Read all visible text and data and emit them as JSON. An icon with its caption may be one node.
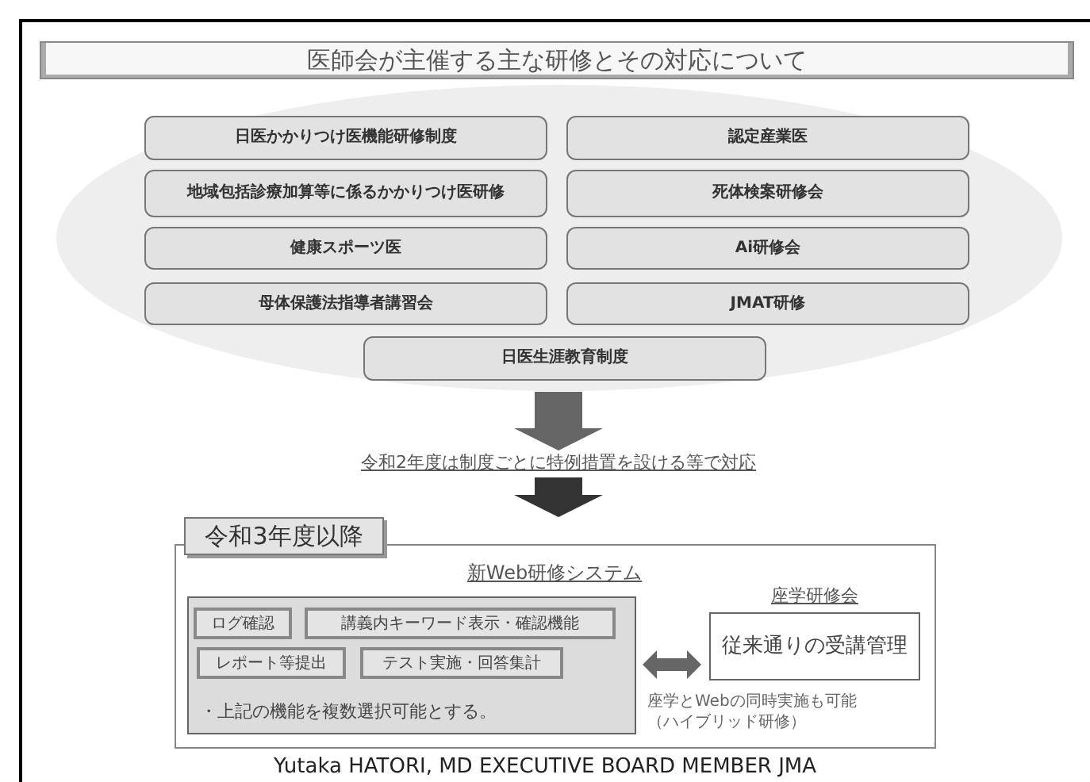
{
  "diagram": {
    "title": "医師会が主催する主な研修とその対応について",
    "nodes": [
      {
        "text": [],
        "shape": "ellipse"
      },
      {
        "text": [
          "日医かかりつけ医機能研修制度"
        ],
        "in": 0
      },
      {
        "text": [
          "認定産業医"
        ],
        "in": 0
      },
      {
        "text": [
          "地域包括診療加算等に係るかかりつけ医研修"
        ],
        "in": 0
      },
      {
        "text": [
          "死体検案研修会"
        ],
        "in": 0
      },
      {
        "text": [
          "健康スポーツ医"
        ],
        "in": 0
      },
      {
        "text": [
          "Ai研修会"
        ],
        "in": 0
      },
      {
        "text": [
          "母体保護法指導者講習会"
        ],
        "in": 0
      },
      {
        "text": [
          "JMAT研修"
        ],
        "in": 0
      },
      {
        "text": [
          "日医生涯教育制度"
        ],
        "in": 0
      },
      {
        "text": [
          "令和2年度は制度ごとに特例措置を設ける等で対応"
        ]
      },
      {
        "text": [
          "令和3年度以降"
        ]
      },
      {
        "text": [
          "新Web研修システム",
          "・上記の機能を複数選択可能とする。"
        ],
        "in": 11
      },
      {
        "text": [
          "ログ確認"
        ],
        "in": 12
      },
      {
        "text": [
          "講義内キーワード表示・確認機能"
        ],
        "in": 12
      },
      {
        "text": [
          "レポート等提出"
        ],
        "in": 12
      },
      {
        "text": [
          "テスト実施・回答集計"
        ],
        "in": 12
      },
      {
        "text": [
          "座学研修会",
          "従来通りの受講管理"
        ],
        "in": 11
      }
    ],
    "edges": [
      {
        "from": 0,
        "to": 10,
        "arrow": "to",
        "style": "thick",
        "color": "#666666"
      },
      {
        "from": 10,
        "to": 11,
        "arrow": "to",
        "style": "thick",
        "color": "#333333"
      },
      {
        "from": 12,
        "to": 17,
        "arrow": "both",
        "style": "thick",
        "color": "#666666",
        "label": "座学とWebの同時実施も可能（ハイブリッド研修）"
      }
    ],
    "labels": [
      "Yutaka HATORI, MD EXECUTIVE BOARD MEMBER JMA"
    ]
  }
}
